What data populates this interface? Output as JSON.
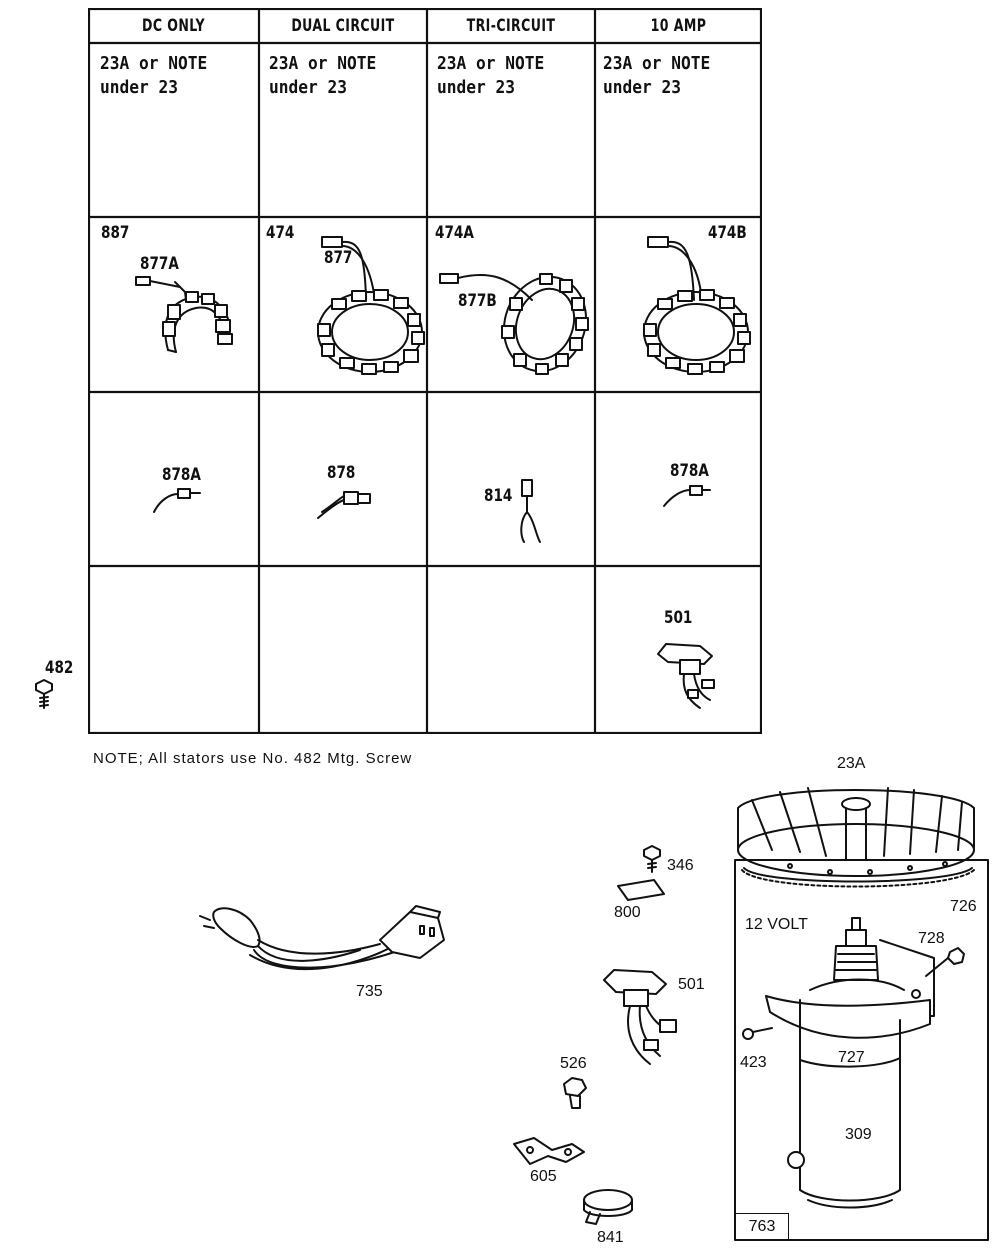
{
  "table": {
    "columns": [
      "DC ONLY",
      "DUAL CIRCUIT",
      "TRI-CIRCUIT",
      "10 AMP"
    ],
    "flywheel_row": [
      "23A or NOTE\nunder 23",
      "23A or NOTE\nunder 23",
      "23A or NOTE\nunder 23",
      "23A or NOTE\nunder 23"
    ],
    "stator_row": {
      "assy": [
        "887",
        "474",
        "474A",
        "474B"
      ],
      "part": [
        "877A",
        "877",
        "877B"
      ]
    },
    "harness_row": [
      "878A",
      "878",
      "814",
      "878A"
    ],
    "regulator_row": [
      "501"
    ]
  },
  "screw_482": "482",
  "note": "NOTE; All stators use No. 482 Mtg. Screw",
  "parts": {
    "cord": "735",
    "screw_346": "346",
    "plate_800": "800",
    "regulator_501": "501",
    "nut_526": "526",
    "bracket_605": "605",
    "clamp_841": "841",
    "flywheel": "23A",
    "ring_726": "726",
    "voltage": "12 VOLT",
    "bolt_728": "728",
    "bolt_423": "423",
    "bracket_727": "727",
    "motor_309": "309",
    "kit_763": "763"
  }
}
